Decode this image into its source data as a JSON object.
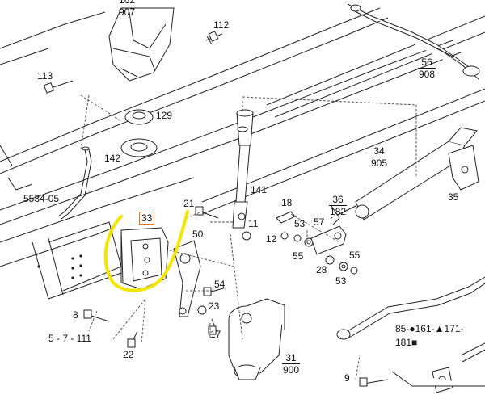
{
  "diagram": {
    "highlight_color": "#f2e600",
    "callout_border_color": "#e8731a",
    "selected_part": "33",
    "labels": {
      "p162_907_num": "162",
      "p162_907_den": "907",
      "p112": "112",
      "p113": "113",
      "p129": "129",
      "p142": "142",
      "p5534_05": "5534-05",
      "p56_908_num": "56",
      "p56_908_den": "908",
      "p34_905_num": "34",
      "p34_905_den": "905",
      "p35": "35",
      "p141": "141",
      "p21": "21",
      "p33": "33",
      "p11": "11",
      "p18": "18",
      "p36_182_num": "36",
      "p36_182_den": "182",
      "p53a": "53",
      "p57": "57",
      "p12": "12",
      "p50": "50",
      "p55a": "55",
      "p28": "28",
      "p55b": "55",
      "p53b": "53",
      "p54": "54",
      "p23": "23",
      "p17": "17",
      "p8": "8",
      "p5_7_111": "5 - 7 - 111",
      "p22": "22",
      "p31_900_num": "31",
      "p31_900_den": "900",
      "p9": "9",
      "p85_line": "85-●161-▲171-",
      "p181_line": "181■"
    }
  }
}
